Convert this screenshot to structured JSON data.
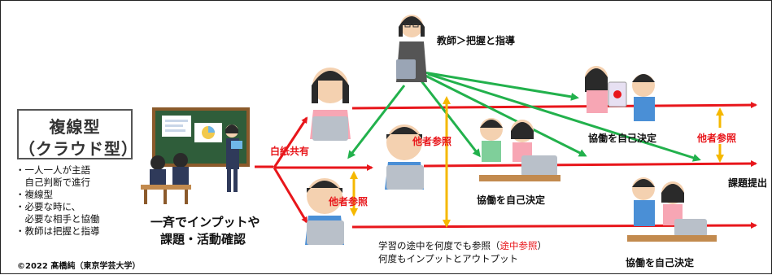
{
  "title": {
    "line1": "複線型",
    "line2": "（クラウド型）"
  },
  "bullets": [
    "・一人一人が主語",
    "　自己判断で進行",
    "・複線型",
    "・必要な時に、",
    "　必要な相手と協働",
    "・教師は把握と指導"
  ],
  "labels": {
    "teacher": "教師＞把握と指導",
    "input_line1": "一斉でインプットや",
    "input_line2": "課題・活動確認",
    "blank_share": "白紙共有",
    "ref_center": "他者参照",
    "ref_left": "他者参照",
    "ref_right": "他者参照",
    "collab_top": "協働を自己決定",
    "collab_mid": "協働を自己決定",
    "collab_bottom": "協働を自己決定",
    "submit": "課題提出",
    "learning_prefix": "学習の途中を何度でも参照（",
    "learning_red": "途中参照",
    "learning_suffix": "）",
    "learning_line2": "何度もインプットとアウトプット",
    "copyright": "©2022 髙橋純（東京学芸大学）"
  },
  "colors": {
    "red_arrow": "#e8161b",
    "green_arrow": "#22b14c",
    "yellow_arrow": "#f5b800",
    "blackboard": "#2f5d3a"
  }
}
